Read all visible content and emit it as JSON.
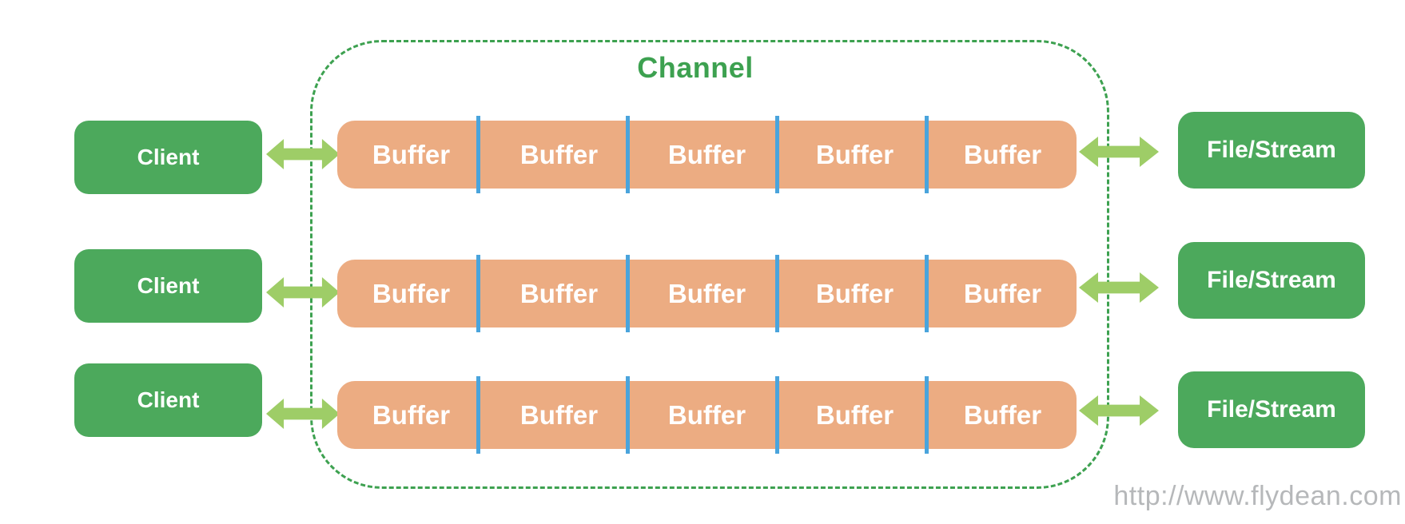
{
  "diagram": {
    "channel_label": "Channel",
    "watermark": "http://www.flydean.com",
    "rows": [
      {
        "client_label": "Client",
        "buffer_labels": [
          "Buffer",
          "Buffer",
          "Buffer",
          "Buffer",
          "Buffer"
        ],
        "endpoint_label": "File/Stream"
      },
      {
        "client_label": "Client",
        "buffer_labels": [
          "Buffer",
          "Buffer",
          "Buffer",
          "Buffer",
          "Buffer"
        ],
        "endpoint_label": "File/Stream"
      },
      {
        "client_label": "Client",
        "buffer_labels": [
          "Buffer",
          "Buffer",
          "Buffer",
          "Buffer",
          "Buffer"
        ],
        "endpoint_label": "File/Stream"
      }
    ],
    "colors": {
      "node_green": "#4ca95c",
      "channel_green": "#3da150",
      "buffer_orange": "#ecac82",
      "arrow_green": "#9ecd67",
      "divider_blue": "#4aa4dc",
      "watermark_gray": "#b6b8ba"
    }
  }
}
